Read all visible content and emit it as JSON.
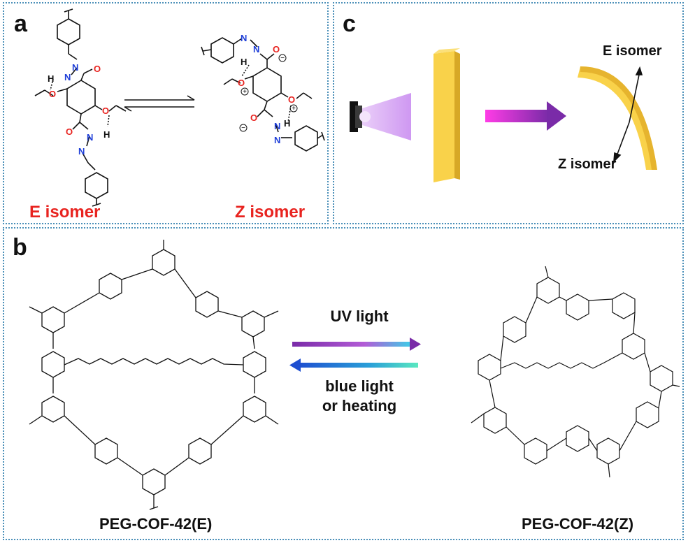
{
  "panel_a": {
    "label": "a",
    "e_isomer": "E isomer",
    "z_isomer": "Z isomer",
    "atoms": {
      "n": "N",
      "h": "H",
      "o": "O",
      "plus": "+",
      "minus": "−"
    }
  },
  "panel_c": {
    "label": "c",
    "e_isomer": "E isomer",
    "z_isomer": "Z isomer"
  },
  "panel_b": {
    "label": "b",
    "forward_condition": "UV light",
    "reverse_condition_line1": "blue light",
    "reverse_condition_line2": "or heating",
    "left_caption": "PEG-COF-42(E)",
    "right_caption": "PEG-COF-42(Z)"
  },
  "colors": {
    "panel_border": "#4a8fb8",
    "isomer_label": "#e8231f",
    "oxygen": "#e8231f",
    "nitrogen": "#1f3fd8",
    "fiber_light": "#f9d24a",
    "fiber_dark": "#d79a18",
    "uv_beam": "#c98cf0",
    "arrow_magenta": "#e930d8",
    "arrow_purple": "#7a2ba8"
  }
}
